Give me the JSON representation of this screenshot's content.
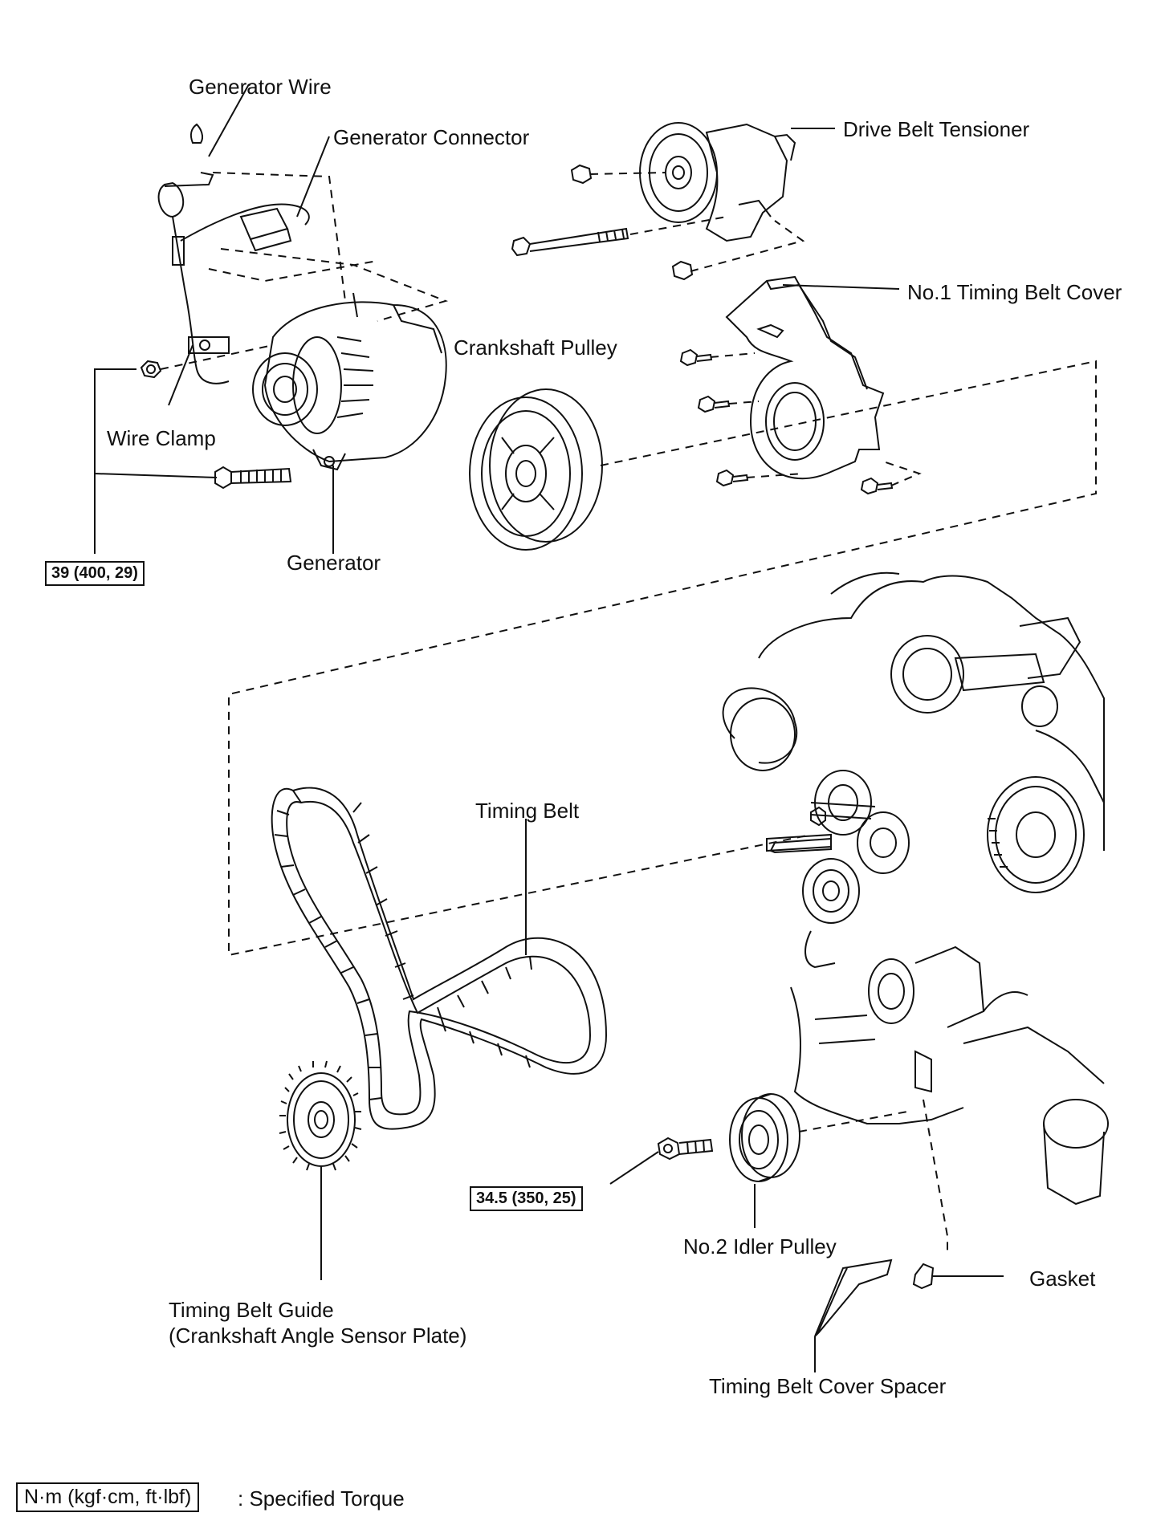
{
  "labels": {
    "generator_wire": "Generator Wire",
    "generator_connector": "Generator Connector",
    "drive_belt_tensioner": "Drive Belt Tensioner",
    "no1_timing_belt_cover": "No.1 Timing Belt Cover",
    "crankshaft_pulley": "Crankshaft Pulley",
    "wire_clamp": "Wire Clamp",
    "generator": "Generator",
    "timing_belt": "Timing Belt",
    "no2_idler_pulley": "No.2 Idler Pulley",
    "gasket": "Gasket",
    "timing_belt_guide_line1": "Timing Belt Guide",
    "timing_belt_guide_line2": "(Crankshaft Angle Sensor Plate)",
    "timing_belt_cover_spacer": "Timing Belt Cover Spacer"
  },
  "torques": {
    "generator_bolts": "39 (400, 29)",
    "idler_pulley_bolt": "34.5 (350, 25)"
  },
  "legend": {
    "units": "N·m (kgf·cm, ft·lbf)",
    "description": ": Specified Torque"
  }
}
